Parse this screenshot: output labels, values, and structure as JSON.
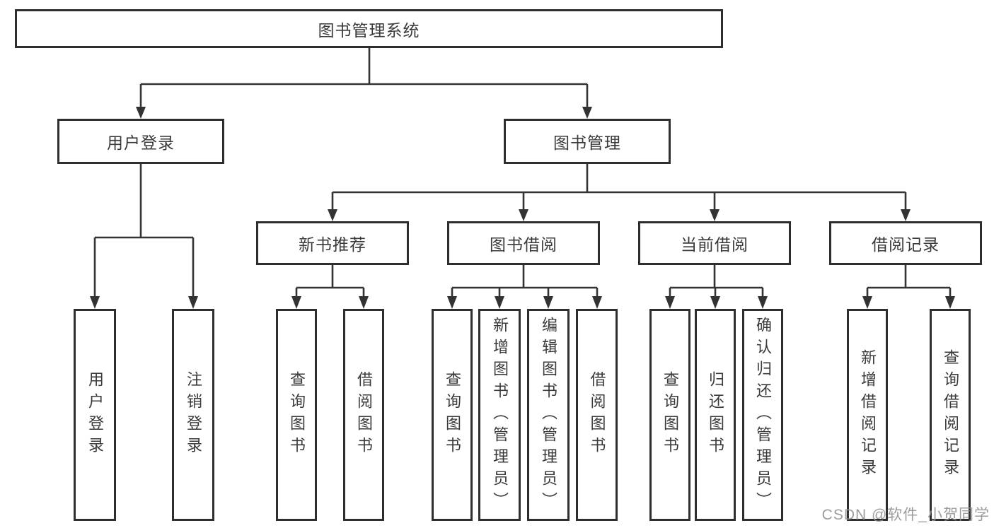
{
  "diagram": {
    "watermark": "CSDN @软件_小贺同学",
    "colors": {
      "background": "#ffffff",
      "box_border": "#2e2e2e",
      "connector": "#333333",
      "text": "#3a3a3a",
      "watermark_text": "#949494"
    },
    "tree": {
      "label": "图书管理系统",
      "children": [
        {
          "label": "用户登录",
          "children": [
            {
              "label": "用户登录"
            },
            {
              "label": "注销登录"
            }
          ]
        },
        {
          "label": "图书管理",
          "children": [
            {
              "label": "新书推荐",
              "children": [
                {
                  "label": "查询图书"
                },
                {
                  "label": "借阅图书"
                }
              ]
            },
            {
              "label": "图书借阅",
              "children": [
                {
                  "label": "查询图书"
                },
                {
                  "label": "新增图书（管理员）"
                },
                {
                  "label": "编辑图书（管理员）"
                },
                {
                  "label": "借阅图书"
                }
              ]
            },
            {
              "label": "当前借阅",
              "children": [
                {
                  "label": "查询图书"
                },
                {
                  "label": "归还图书"
                },
                {
                  "label": "确认归还（管理员）"
                }
              ]
            },
            {
              "label": "借阅记录",
              "children": [
                {
                  "label": "新增借阅记录"
                },
                {
                  "label": "查询借阅记录"
                }
              ]
            }
          ]
        }
      ]
    }
  }
}
